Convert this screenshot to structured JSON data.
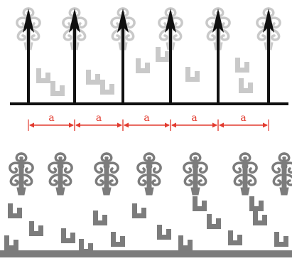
{
  "diagram": {
    "spacing_label": "a",
    "spacing_count": 5,
    "arrow_count": 6,
    "colors": {
      "arrow": "#111111",
      "baseline": "#111111",
      "dimension": "#e23a2e",
      "ornament_faint": "#c9c9c9",
      "ornament_dark": "#7c7c7c"
    }
  }
}
